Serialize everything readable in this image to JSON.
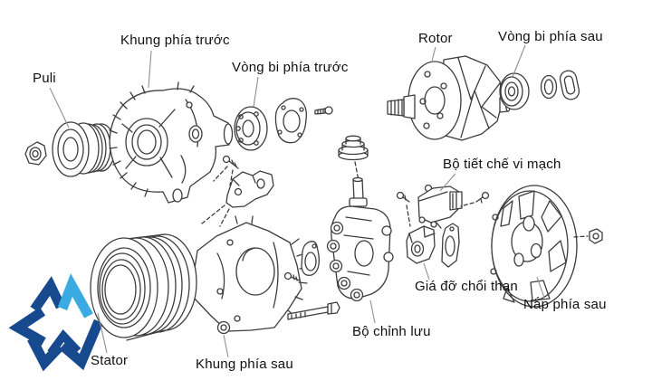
{
  "diagram": {
    "labels": {
      "front_frame": "Khung phía trước",
      "pulley": "Puli",
      "front_bearing": "Vòng bi phía trước",
      "rotor": "Rotor",
      "rear_bearing": "Vòng bi phía sau",
      "regulator": "Bộ tiết chế vi mạch",
      "brush_holder": "Giá đỡ chổi than",
      "rear_cover": "Nắp phía sau",
      "rectifier": "Bộ chỉnh lưu",
      "rear_frame": "Khung phía sau",
      "stator": "Stator"
    },
    "colors": {
      "background": "#ffffff",
      "line_art": "#3d3d3d",
      "leader_line": "#8f8f8f",
      "label_text": "#101010"
    },
    "logo": {
      "icon": "five-pointed-star-logo",
      "primary_color": "#17498f",
      "accent_color": "#3aabe2"
    }
  }
}
